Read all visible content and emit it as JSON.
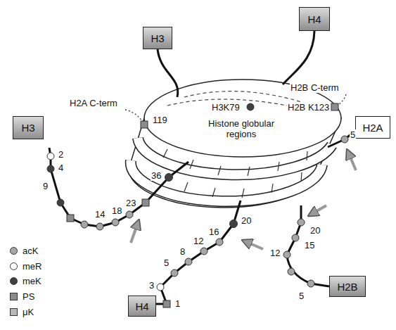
{
  "diagram": {
    "nodes": [
      {
        "text": [
          "H4"
        ]
      },
      {
        "text": [
          "H3"
        ]
      },
      {
        "text": [
          "H3"
        ]
      },
      {
        "text": [
          "H2A"
        ]
      },
      {
        "text": [
          "H2B"
        ]
      },
      {
        "text": [
          "H4"
        ]
      }
    ],
    "labels": [
      "H2B C-term",
      "H2A C-term",
      "H3K79",
      "H2B K123",
      "119",
      "Histone globular regions",
      "5",
      "2",
      "4",
      "9",
      "14",
      "18",
      "23",
      "36",
      "20",
      "16",
      "12",
      "8",
      "5",
      "3",
      "1",
      "20",
      "15",
      "12",
      "5"
    ],
    "legend": [
      {
        "text": "acK",
        "color": "#a6a6a6"
      },
      {
        "text": "meR",
        "color": "#ffffff"
      },
      {
        "text": "meK",
        "color": "#404040"
      },
      {
        "text": "PS",
        "color": "#8c8c8c"
      },
      {
        "text": "μK",
        "color": "#b8b8b8"
      }
    ]
  }
}
